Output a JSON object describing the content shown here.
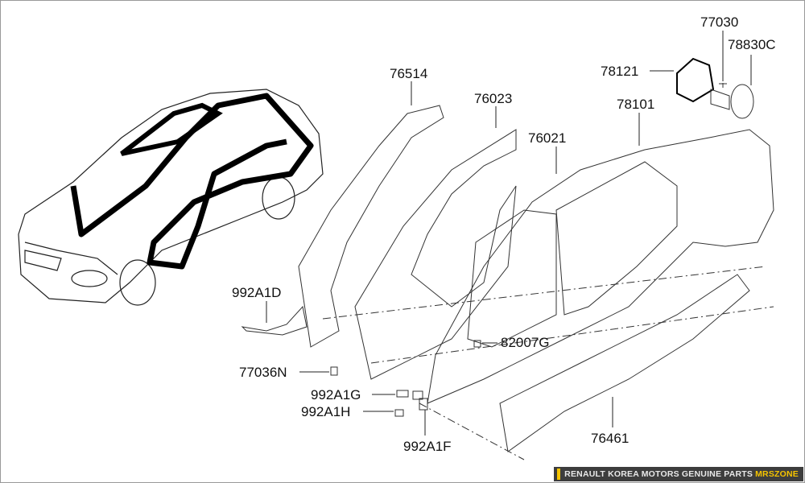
{
  "diagram": {
    "part_labels": {
      "p77030": "77030",
      "p78830C": "78830C",
      "p78121": "78121",
      "p76514": "76514",
      "p76023": "76023",
      "p78101": "78101",
      "p76021": "76021",
      "p992A1D": "992A1D",
      "p82007G": "82007G",
      "p77036N": "77036N",
      "p992A1G": "992A1G",
      "p992A1H": "992A1H",
      "p992A1F": "992A1F",
      "p76461": "76461"
    }
  },
  "footer": {
    "text": "RENAULT KOREA MOTORS GENUINE PARTS",
    "brand": "MRSZONE",
    "accent_color": "#f5c400"
  }
}
